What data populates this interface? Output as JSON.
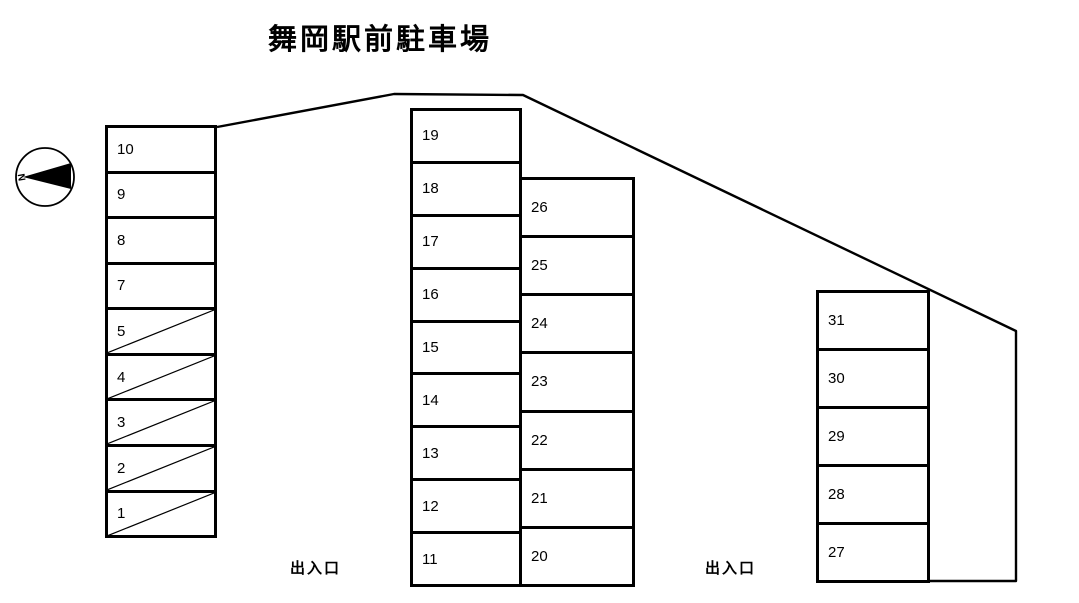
{
  "title": "舞岡駅前駐車場",
  "compass": {
    "north_label": "N"
  },
  "entrances": {
    "left_label": "出入口",
    "right_label": "出入口"
  },
  "lot": {
    "columns": {
      "left": [
        "10",
        "9",
        "8",
        "7",
        "5",
        "4",
        "3",
        "2",
        "1"
      ],
      "middle_left": [
        "19",
        "18",
        "17",
        "16",
        "15",
        "14",
        "13",
        "12",
        "11"
      ],
      "middle_right": [
        "26",
        "25",
        "24",
        "23",
        "22",
        "21",
        "20"
      ],
      "right": [
        "31",
        "30",
        "29",
        "28",
        "27"
      ]
    },
    "crossed_out_spaces": [
      "5",
      "4",
      "3",
      "2",
      "1"
    ]
  },
  "colors": {
    "line": "#000000",
    "background": "#ffffff"
  }
}
